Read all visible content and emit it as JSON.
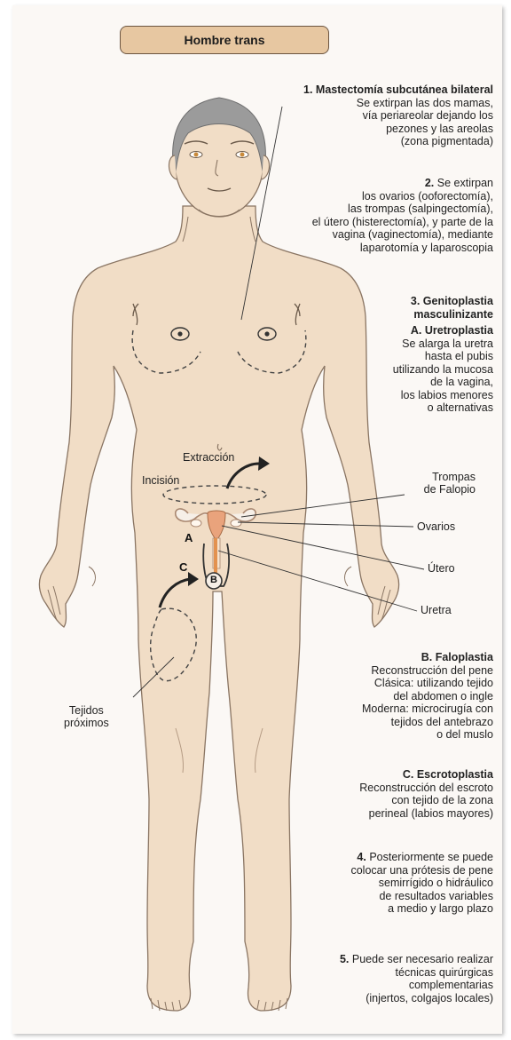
{
  "title": "Hombre trans",
  "steps": {
    "s1_title": "1. Mastectomía subcutánea bilateral",
    "s1_l1": "Se extirpan las dos mamas,",
    "s1_l2": "vía periareolar dejando los",
    "s1_l3": "pezones y las areolas",
    "s1_l4": "(zona pigmentada)",
    "s2_num": "2.",
    "s2_l0": " Se extirpan",
    "s2_l1": "los ovarios (ooforectomía),",
    "s2_l2": "las trompas (salpingectomía),",
    "s2_l3": "el útero (histerectomía), y parte de la",
    "s2_l4": "vagina (vaginectomía), mediante",
    "s2_l5": "laparotomía y laparoscopia",
    "s3_title1": "3. Genitoplastia",
    "s3_title2": "masculinizante",
    "sA_title": "A. Uretroplastia",
    "sA_l1": "Se alarga la uretra",
    "sA_l2": "hasta el pubis",
    "sA_l3": "utilizando la mucosa",
    "sA_l4": "de la vagina,",
    "sA_l5": "los labios menores",
    "sA_l6": "o alternativas",
    "sB_title": "B. Faloplastia",
    "sB_l1": "Reconstrucción del pene",
    "sB_l2": "Clásica: utilizando tejido",
    "sB_l3": "del abdomen o ingle",
    "sB_l4": "Moderna: microcirugía con",
    "sB_l5": "tejidos del antebrazo",
    "sB_l6": "o del muslo",
    "sC_title": "C. Escrotoplastia",
    "sC_l1": "Reconstrucción del escroto",
    "sC_l2": "con tejido de la zona",
    "sC_l3": "perineal (labios mayores)",
    "s4_num": "4.",
    "s4_l0": " Posteriormente se puede",
    "s4_l1": "colocar una prótesis de pene",
    "s4_l2": "semirrígido o hidráulico",
    "s4_l3": "de resultados variables",
    "s4_l4": "a medio y largo plazo",
    "s5_num": "5.",
    "s5_l0": " Puede ser necesario realizar",
    "s5_l1": "técnicas quirúrgicas",
    "s5_l2": "complementarias",
    "s5_l3": "(injertos, colgajos locales)"
  },
  "labels": {
    "extraccion": "Extracción",
    "incision": "Incisión",
    "trompas1": "Trompas",
    "trompas2": "de Falopio",
    "ovarios": "Ovarios",
    "utero": "Útero",
    "uretra": "Uretra",
    "tejidos1": "Tejidos",
    "tejidos2": "próximos",
    "letter_a": "A",
    "letter_b": "B",
    "letter_c": "C"
  },
  "colors": {
    "skin": "#f1ddc6",
    "skin_outline": "#8a7563",
    "hair": "#9b9b9b",
    "pill": "#e7c7a1",
    "organ": "#e9a37c"
  }
}
